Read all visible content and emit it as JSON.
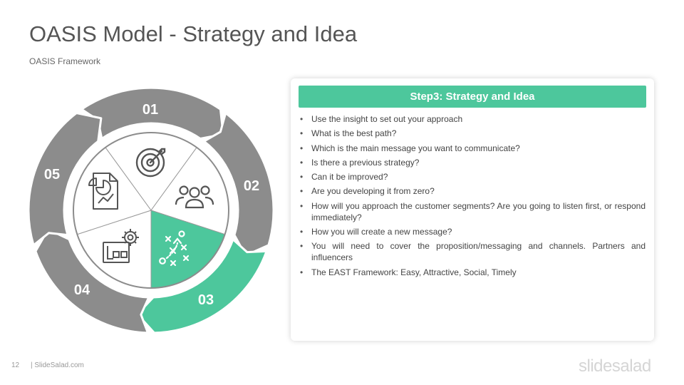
{
  "slide": {
    "title": "OASIS Model - Strategy and Idea",
    "subtitle": "OASIS Framework"
  },
  "cycle": {
    "steps": [
      {
        "number": "01",
        "icon": "target-icon",
        "active": false
      },
      {
        "number": "02",
        "icon": "people-icon",
        "active": false
      },
      {
        "number": "03",
        "icon": "strategy-play-icon",
        "active": true
      },
      {
        "number": "04",
        "icon": "process-gear-icon",
        "active": false
      },
      {
        "number": "05",
        "icon": "report-chart-icon",
        "active": false
      }
    ],
    "colors": {
      "inactive": "#8c8c8c",
      "active": "#4dc79c",
      "white": "#ffffff"
    }
  },
  "card": {
    "header": "Step3: Strategy and Idea",
    "bullets": [
      "Use the insight to set out your approach",
      "What is the best path?",
      "Which is the main message you want to communicate?",
      "Is there a previous strategy?",
      "Can it be improved?",
      "Are you developing it from zero?",
      "How will you approach the customer segments? Are you going to listen first, or respond immediately?",
      "How you will create a new message?",
      "You will need to cover the proposition/messaging and channels. Partners and influencers",
      "The EAST Framework: Easy, Attractive, Social, Timely"
    ]
  },
  "footer": {
    "page_number": "12",
    "site": "| SlideSalad.com",
    "brand": "slidesalad"
  }
}
